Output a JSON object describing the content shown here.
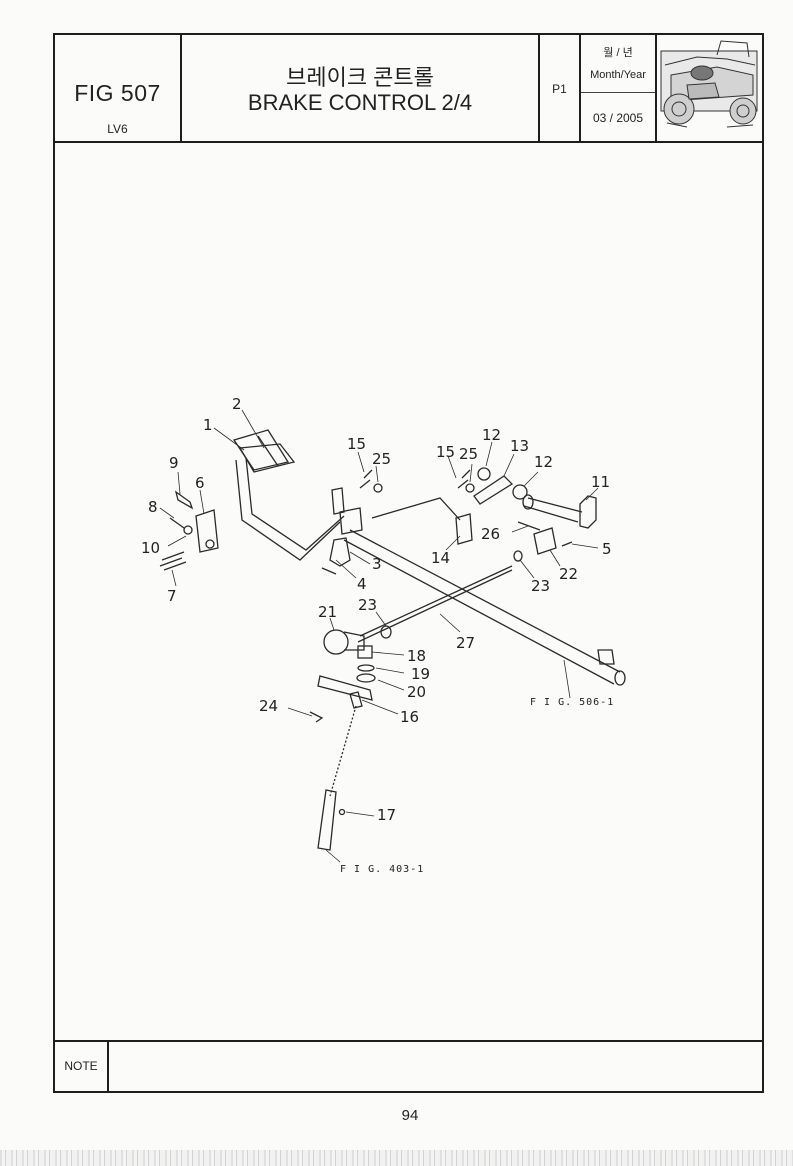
{
  "header": {
    "fig_id": "FIG 507",
    "model": "LV6",
    "title_ko": "브레이크 콘트롤",
    "title_en": "BRAKE CONTROL 2/4",
    "page_code": "P1",
    "date_label_ko": "월 / 년",
    "date_label_en": "Month/Year",
    "date_value": "03 / 2005"
  },
  "callouts": {
    "c1": "1",
    "c2": "2",
    "c3": "3",
    "c4": "4",
    "c5": "5",
    "c6": "6",
    "c7": "7",
    "c8": "8",
    "c9": "9",
    "c10": "10",
    "c11": "11",
    "c12a": "12",
    "c12b": "12",
    "c13": "13",
    "c14": "14",
    "c15a": "15",
    "c15b": "15",
    "c16": "16",
    "c17": "17",
    "c18": "18",
    "c19": "19",
    "c20": "20",
    "c21": "21",
    "c22": "22",
    "c23a": "23",
    "c23b": "23",
    "c24": "24",
    "c25a": "25",
    "c25b": "25",
    "c26": "26",
    "c27": "27"
  },
  "references": {
    "fig506": "F I G. 506-1",
    "fig403": "F I G. 403-1"
  },
  "footer": {
    "note_label": "NOTE",
    "page_number": "94"
  }
}
